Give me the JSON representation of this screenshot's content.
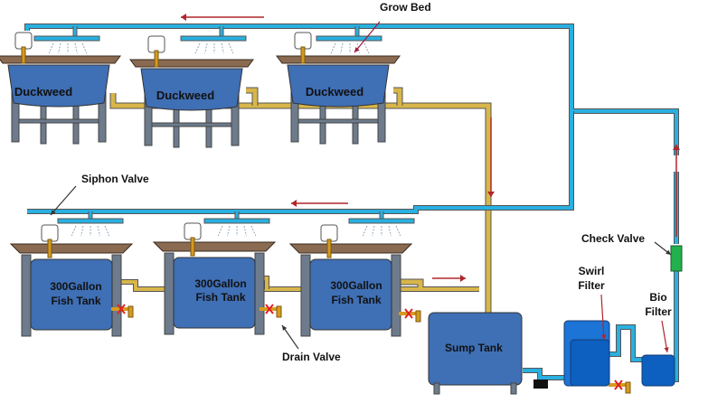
{
  "diagram": {
    "colors": {
      "water_pipe": "#29b0e0",
      "return_pipe": "#d8b64a",
      "tank_fill": "#3f6fb5",
      "stand": "#6d7b8c",
      "filter_fill": "#1c74d6",
      "check_valve": "#22b14c",
      "arrow": "#b0262b",
      "drain_x": "#e02020",
      "valve_brass": "#d79a1e"
    },
    "labels": {
      "grow_bed": "Grow Bed",
      "siphon_valve": "Siphon Valve",
      "drain_valve": "Drain Valve",
      "check_valve": "Check Valve",
      "swirl_filter": "Swirl Filter",
      "bio_filter": "Bio Filter",
      "sump_tank": "Sump Tank"
    },
    "grow_beds": [
      {
        "label": "Duckweed"
      },
      {
        "label": "Duckweed"
      },
      {
        "label": "Duckweed"
      }
    ],
    "fish_tanks": [
      {
        "label_line1": "300Gallon",
        "label_line2": "Fish Tank"
      },
      {
        "label_line1": "300Gallon",
        "label_line2": "Fish Tank"
      },
      {
        "label_line1": "300Gallon",
        "label_line2": "Fish Tank"
      }
    ]
  }
}
